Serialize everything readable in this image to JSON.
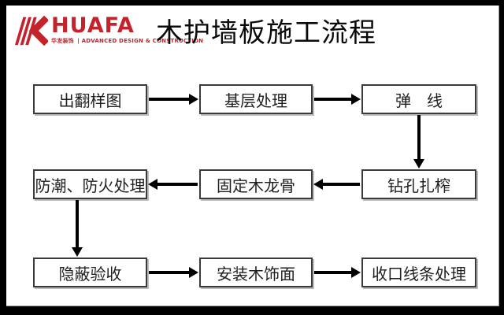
{
  "logo": {
    "brand": "HUAFA",
    "tagline_cn": "华发装饰",
    "tagline_en": "| ADVANCED DESIGN & CONSTRUCTION",
    "icon": "huafa-k-mark"
  },
  "title": "木护墙板施工流程",
  "flow": {
    "steps": [
      {
        "id": 1,
        "label": "出翻样图"
      },
      {
        "id": 2,
        "label": "基层处理"
      },
      {
        "id": 3,
        "label": "弹　线"
      },
      {
        "id": 4,
        "label": "钻孔扎榨"
      },
      {
        "id": 5,
        "label": "固定木龙骨"
      },
      {
        "id": 6,
        "label": "防潮、防火处理"
      },
      {
        "id": 7,
        "label": "隐蔽验收"
      },
      {
        "id": 8,
        "label": "安装木饰面"
      },
      {
        "id": 9,
        "label": "收口线条处理"
      }
    ],
    "connections": [
      {
        "from": "出翻样图",
        "to": "基层处理",
        "direction": "right"
      },
      {
        "from": "基层处理",
        "to": "弹　线",
        "direction": "right"
      },
      {
        "from": "弹　线",
        "to": "钻孔扎榨",
        "direction": "down"
      },
      {
        "from": "钻孔扎榨",
        "to": "固定木龙骨",
        "direction": "left"
      },
      {
        "from": "固定木龙骨",
        "to": "防潮、防火处理",
        "direction": "left"
      },
      {
        "from": "防潮、防火处理",
        "to": "隐蔽验收",
        "direction": "down"
      },
      {
        "from": "隐蔽验收",
        "to": "安装木饰面",
        "direction": "right"
      },
      {
        "from": "安装木饰面",
        "to": "收口线条处理",
        "direction": "right"
      }
    ]
  },
  "colors": {
    "brand_red": "#c4232b",
    "frame": "#000000",
    "box_border": "#3a3a3a",
    "box_fill": "#ffffff",
    "arrow": "#000000"
  }
}
